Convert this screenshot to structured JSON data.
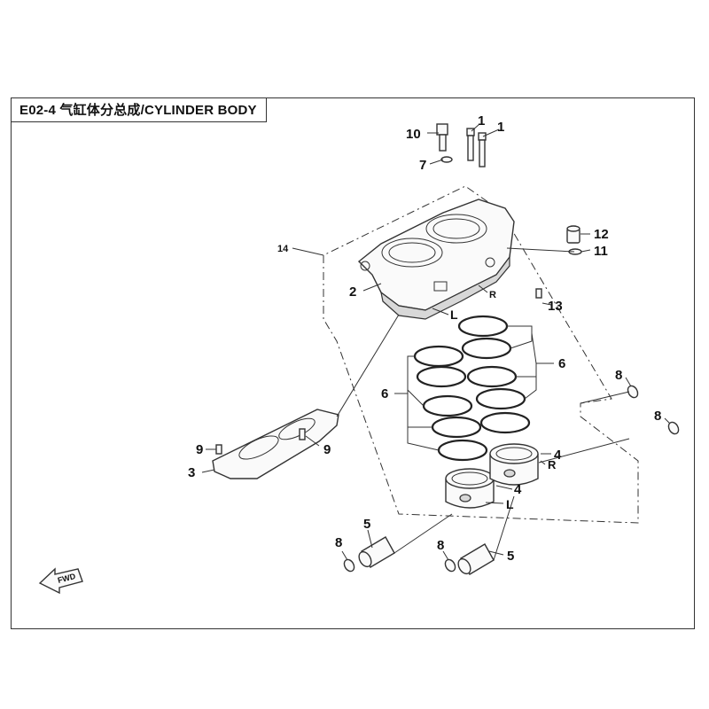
{
  "header": {
    "title": "E02-4 气缸体分总成/CYLINDER BODY"
  },
  "callouts": {
    "c1a": "1",
    "c1b": "1",
    "c2": "2",
    "c3": "3",
    "c4a": "4",
    "c4b": "4",
    "c5a": "5",
    "c5b": "5",
    "c6a": "6",
    "c6b": "6",
    "c7": "7",
    "c8a": "8",
    "c8b": "8",
    "c8c": "8",
    "c8d": "8",
    "c9a": "9",
    "c9b": "9",
    "c10": "10",
    "c11": "11",
    "c12": "12",
    "c13": "13",
    "c14": "14"
  },
  "side_labels": {
    "l1": "L",
    "r1": "R",
    "l2": "L",
    "r2": "R"
  },
  "fwd_label": "FWD"
}
